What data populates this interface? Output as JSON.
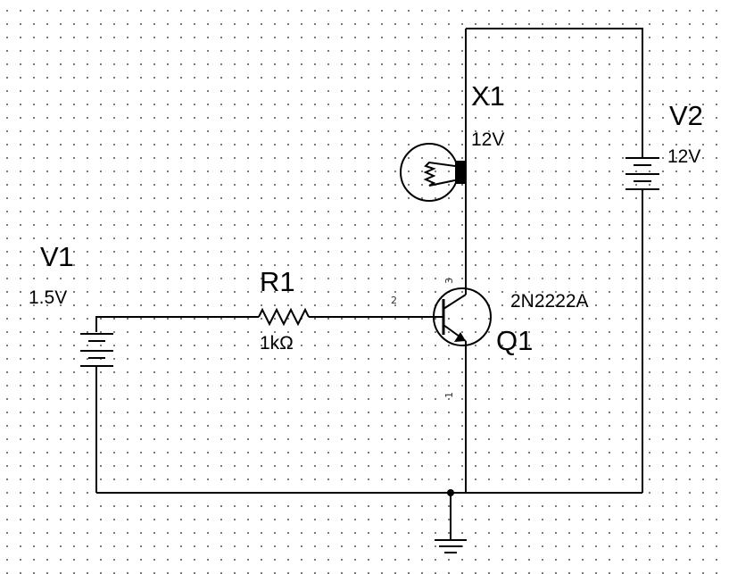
{
  "components": {
    "v1": {
      "ref": "V1",
      "value": "1.5V"
    },
    "v2": {
      "ref": "V2",
      "value": "12V"
    },
    "r1": {
      "ref": "R1",
      "value": "1kΩ"
    },
    "x1": {
      "ref": "X1",
      "value": "12V"
    },
    "q1": {
      "ref": "Q1",
      "model": "2N2222A",
      "pins": {
        "base": "2",
        "collector": "3",
        "emitter": "1"
      }
    }
  },
  "colors": {
    "wire": "#000000",
    "grid": "#7a7a7a",
    "background": "#ffffff"
  },
  "icons": [
    "battery-icon",
    "resistor-icon",
    "lamp-icon",
    "npn-transistor-icon",
    "ground-icon"
  ]
}
